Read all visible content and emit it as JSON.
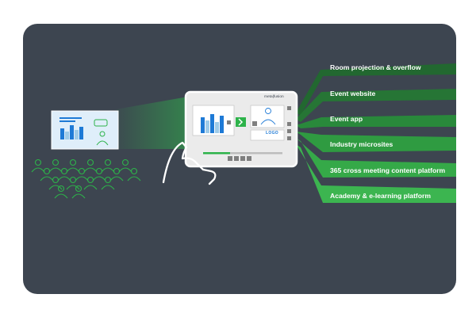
{
  "brand": {
    "name": "meta|fusion",
    "logo_placeholder": "LOGO"
  },
  "colors": {
    "panel_bg": "#3d4550",
    "accent_green": "#2db34a",
    "bar_blue": "#1e7ad6",
    "bar_light": "#9fcbe8"
  },
  "outputs": [
    {
      "label": "Room projection & overflow"
    },
    {
      "label": "Event website"
    },
    {
      "label": "Event app"
    },
    {
      "label": "Industry microsites"
    },
    {
      "label": "365 cross meeting content platform"
    },
    {
      "label": "Academy & e-learning platform"
    }
  ],
  "icons": [
    "audience-icon",
    "presenter-icon",
    "tablet-icon",
    "hand-icon",
    "arrow-right-icon",
    "share-icon",
    "play-icon",
    "fullscreen-icon"
  ]
}
